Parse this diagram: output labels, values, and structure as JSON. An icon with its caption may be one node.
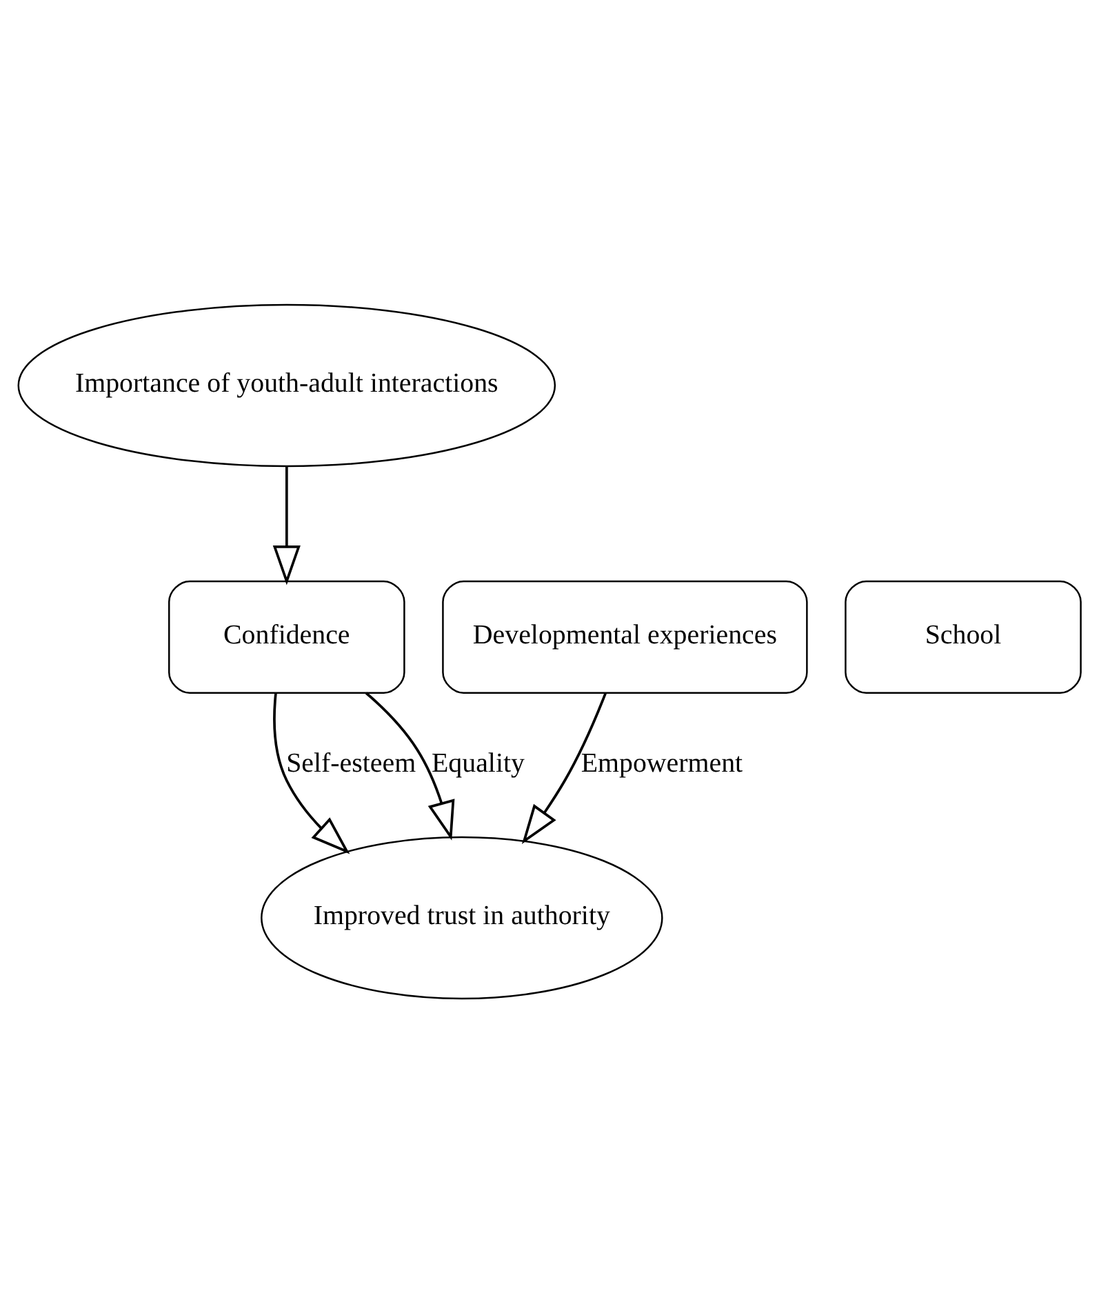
{
  "diagram": {
    "nodes": [
      {
        "text": [
          "Importance of youth-adult interactions"
        ]
      },
      {
        "text": [
          "School"
        ]
      },
      {
        "text": [
          "Confidence"
        ]
      },
      {
        "text": [
          "Developmental experiences"
        ]
      },
      {
        "text": [
          "Improved trust in authority"
        ]
      }
    ],
    "edges": [
      {
        "from": 0,
        "to": 2,
        "arrow": "to"
      },
      {
        "from": 2,
        "to": 4,
        "arrow": "to",
        "label": "Self-esteem"
      },
      {
        "from": 2,
        "to": 4,
        "arrow": "to",
        "label": "Equality"
      },
      {
        "from": 3,
        "to": 4,
        "arrow": "to",
        "label": "Empowerment"
      }
    ]
  }
}
